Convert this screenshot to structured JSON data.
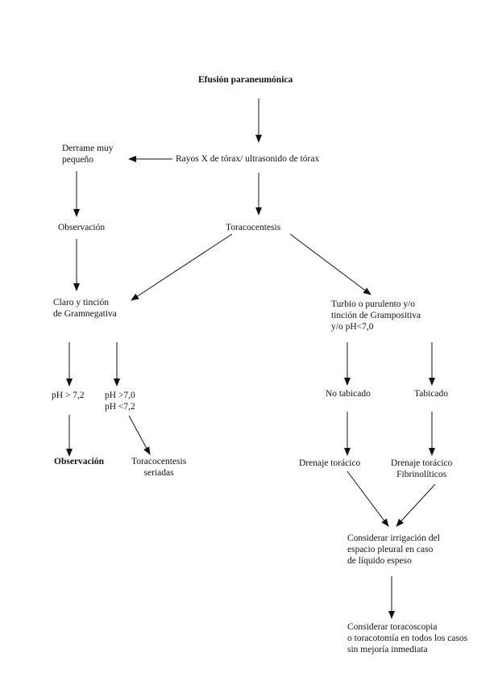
{
  "nodes": {
    "efusion": {
      "lines": [
        "Efusión paraneumónica"
      ]
    },
    "rayos_x": {
      "lines": [
        "Rayos X de tórax/ ultrasonido de tórax"
      ]
    },
    "derrame": {
      "lines": [
        "Derrame muy",
        "pequeño"
      ]
    },
    "observacion_1": {
      "lines": [
        "Observación"
      ]
    },
    "toracocentesis": {
      "lines": [
        "Toracocentesis"
      ]
    },
    "claro": {
      "lines": [
        "Claro y tinción",
        "de Gramnegativa"
      ]
    },
    "turbio": {
      "lines": [
        "Turbio o purulento y/o",
        "tinción de Grampositiva",
        "y/o pH<7,0"
      ]
    },
    "ph_mayor": {
      "lines": [
        "pH > 7,2"
      ]
    },
    "ph_rango": {
      "lines": [
        "pH >7,0",
        "pH <7,2"
      ]
    },
    "no_tabicado": {
      "lines": [
        "No tabicado"
      ]
    },
    "tabicado": {
      "lines": [
        "Tabicado"
      ]
    },
    "observacion_2": {
      "lines": [
        "Observación"
      ]
    },
    "toraco_seriadas": {
      "lines": [
        "Toracocentesis",
        "seriadas"
      ]
    },
    "drenaje_1": {
      "lines": [
        "Drenaje torácico"
      ]
    },
    "drenaje_2": {
      "lines": [
        "Drenaje torácico",
        "Fibrinolíticos"
      ]
    },
    "irrigacion": {
      "lines": [
        "Considerar irrigación del",
        "espacio pleural en caso",
        "de líquido espeso"
      ]
    },
    "toracoscopia": {
      "lines": [
        "Considerar toracoscopia",
        "o toracotomía en todos los casos",
        "sin mejoría inmediata"
      ]
    }
  },
  "edges": [
    {
      "from": "efusion",
      "to": "rayos_x"
    },
    {
      "from": "rayos_x",
      "to": "derrame"
    },
    {
      "from": "rayos_x",
      "to": "toracocentesis"
    },
    {
      "from": "derrame",
      "to": "observacion_1"
    },
    {
      "from": "observacion_1",
      "to": "claro"
    },
    {
      "from": "toracocentesis",
      "to": "claro"
    },
    {
      "from": "toracocentesis",
      "to": "turbio"
    },
    {
      "from": "claro",
      "to": "ph_mayor"
    },
    {
      "from": "claro",
      "to": "ph_rango"
    },
    {
      "from": "ph_mayor",
      "to": "observacion_2"
    },
    {
      "from": "ph_rango",
      "to": "toraco_seriadas"
    },
    {
      "from": "turbio",
      "to": "no_tabicado"
    },
    {
      "from": "turbio",
      "to": "tabicado"
    },
    {
      "from": "no_tabicado",
      "to": "drenaje_1"
    },
    {
      "from": "tabicado",
      "to": "drenaje_2"
    },
    {
      "from": "drenaje_1",
      "to": "irrigacion"
    },
    {
      "from": "drenaje_2",
      "to": "irrigacion"
    },
    {
      "from": "irrigacion",
      "to": "toracoscopia"
    }
  ]
}
